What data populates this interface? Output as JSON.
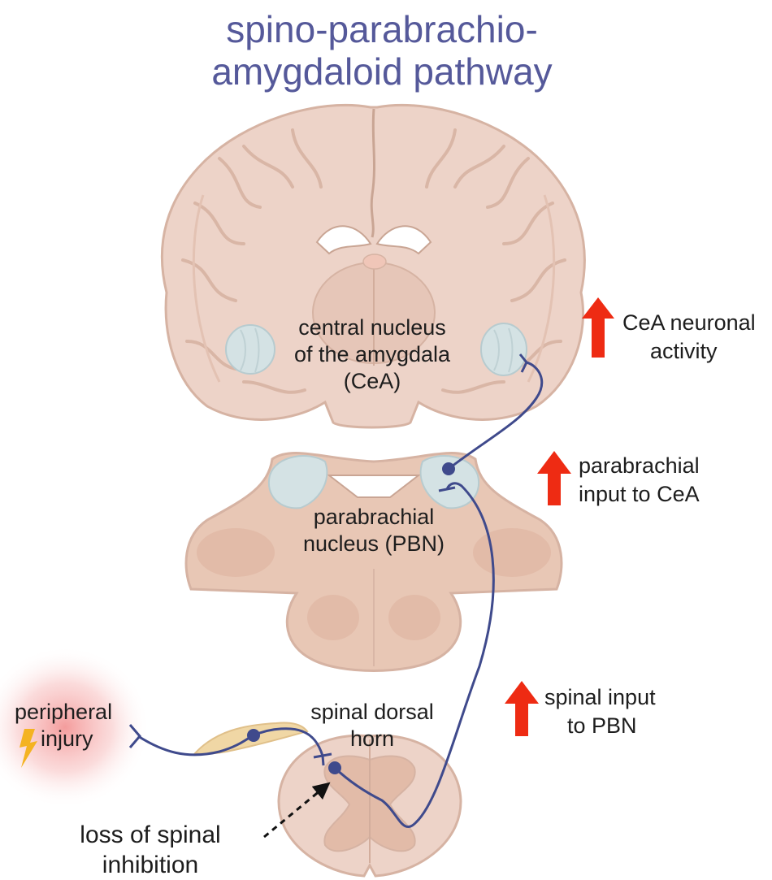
{
  "title": {
    "line1": "spino-parabrachio-",
    "line2": "amygdaloid pathway"
  },
  "labels": {
    "cea": [
      "central nucleus",
      "of the amygdala",
      "(CeA)"
    ],
    "pbn": [
      "parabrachial",
      "nucleus (PBN)"
    ],
    "sdh": [
      "spinal dorsal",
      "horn"
    ],
    "injury": [
      "peripheral",
      "injury"
    ],
    "inhibition": [
      "loss of spinal",
      "inhibition"
    ]
  },
  "effects": [
    {
      "lines": [
        "CeA neuronal",
        "activity"
      ],
      "direction": "up"
    },
    {
      "lines": [
        "parabrachial",
        "input to CeA"
      ],
      "direction": "up"
    },
    {
      "lines": [
        "spinal input",
        "to PBN"
      ],
      "direction": "up"
    }
  ],
  "colors": {
    "title": "#55599a",
    "tissue": "#edd3c8",
    "tissue_outline": "#d6b3a3",
    "nucleus": "#d4e2e4",
    "neuron": "#3f4a8c",
    "arrow_up": "#ee2b13",
    "lightning": "#f4b321",
    "injury_glow": "#f28b8b"
  },
  "icons": {
    "effect_arrow": "arrow-up-icon",
    "injury": "lightning-icon"
  }
}
